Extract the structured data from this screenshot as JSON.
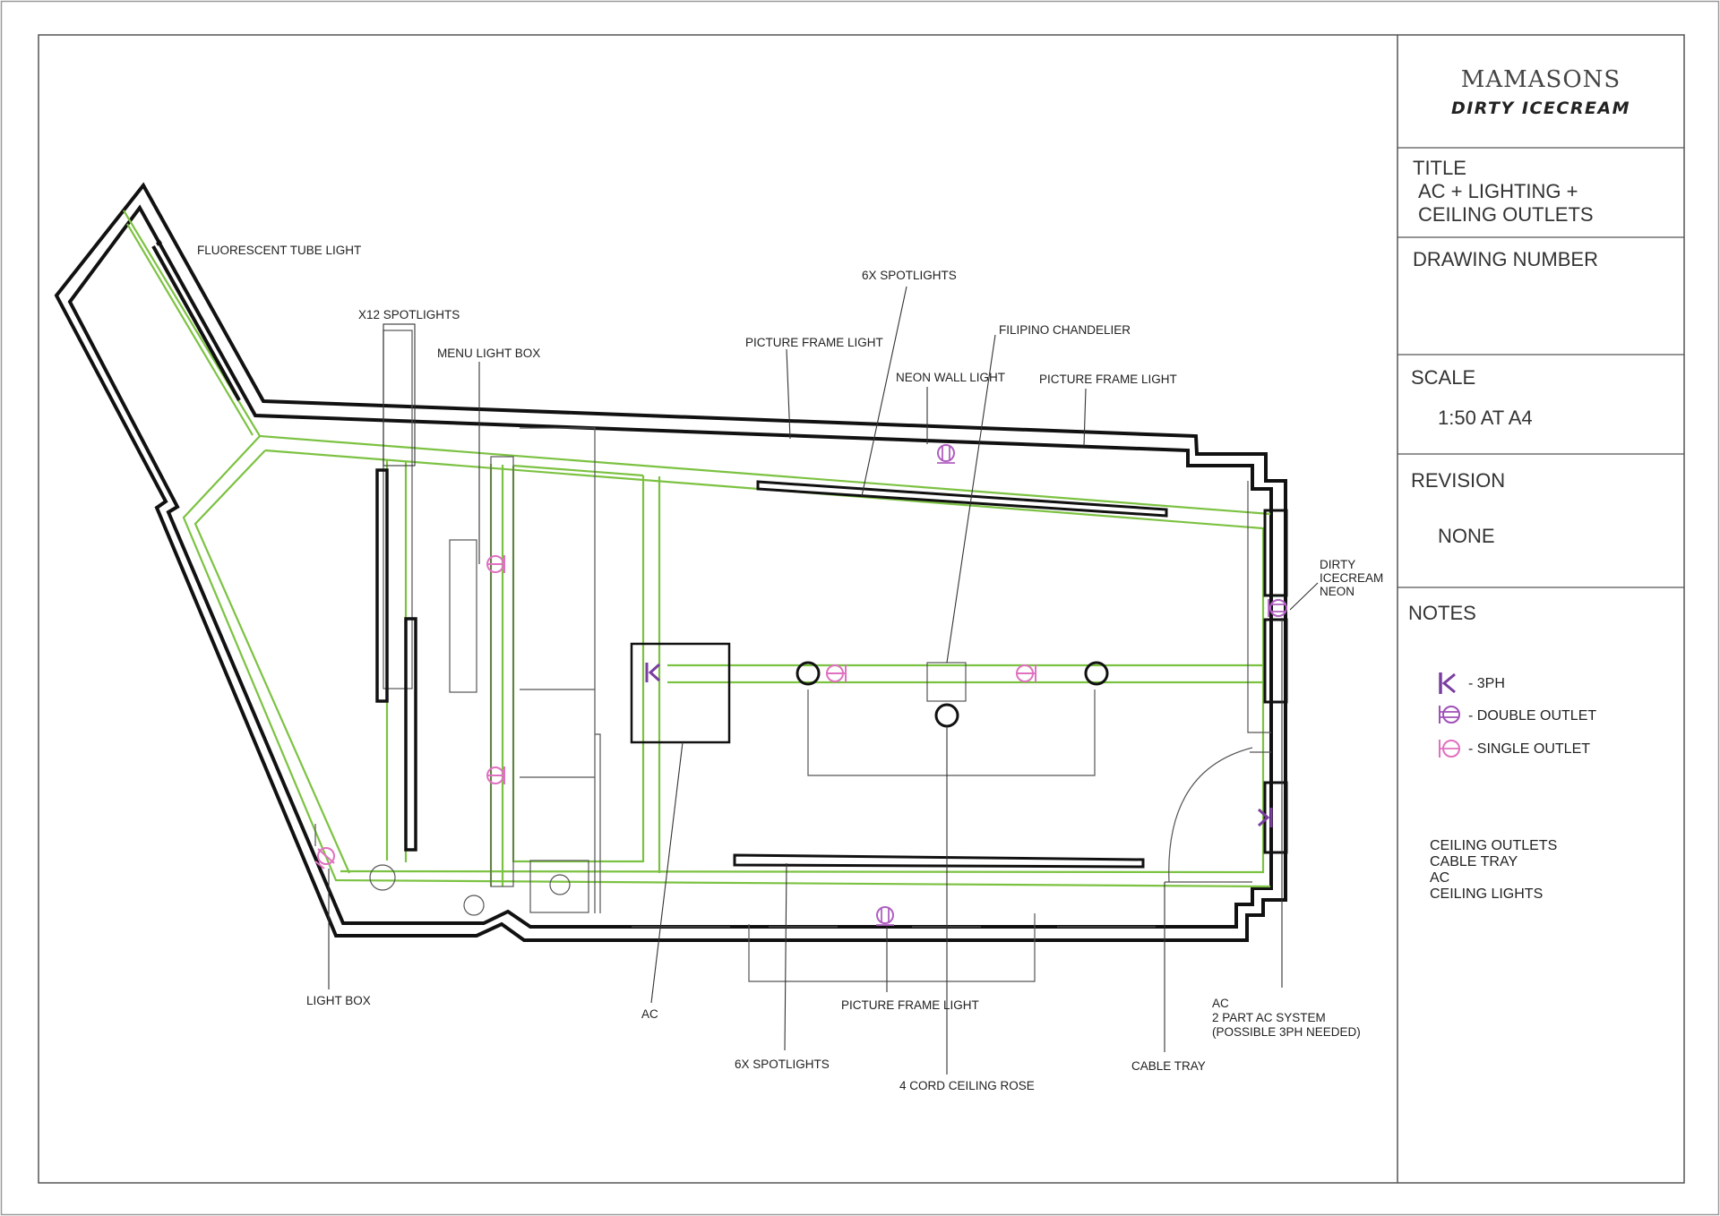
{
  "title_block": {
    "brand_line1": "MAMASONS",
    "brand_line2": "DIRTY ICECREAM",
    "title_heading": "TITLE",
    "title_line1": "AC + LIGHTING +",
    "title_line2": "CEILING OUTLETS",
    "drawing_number_heading": "DRAWING NUMBER",
    "scale_heading": "SCALE",
    "scale_value": "1:50 AT A4",
    "revision_heading": "REVISION",
    "revision_value": "NONE",
    "notes_heading": "NOTES",
    "legend": [
      {
        "icon": "three-phase-icon",
        "label": "- 3PH"
      },
      {
        "icon": "double-outlet-icon",
        "label": "- DOUBLE OUTLET"
      },
      {
        "icon": "single-outlet-icon",
        "label": "- SINGLE OUTLET"
      }
    ],
    "notes_list": [
      "CEILING OUTLETS",
      "CABLE TRAY",
      "AC",
      "CEILING LIGHTS"
    ]
  },
  "plan_labels": {
    "fluorescent": "FLUORESCENT TUBE LIGHT",
    "x12_spotlights": "X12 SPOTLIGHTS",
    "menu_light_box": "MENU LIGHT BOX",
    "picture_frame_top_left": "PICTURE FRAME LIGHT",
    "spotlights_top": "6X SPOTLIGHTS",
    "neon_wall_light": "NEON WALL LIGHT",
    "filipino_chandelier": "FILIPINO CHANDELIER",
    "picture_frame_top_right": "PICTURE FRAME LIGHT",
    "dirty_neon_1": "DIRTY",
    "dirty_neon_2": "ICECREAM",
    "dirty_neon_3": "NEON",
    "light_box": "LIGHT BOX",
    "ac": "AC",
    "picture_frame_bottom": "PICTURE FRAME LIGHT",
    "spotlights_bottom": "6X SPOTLIGHTS",
    "ceiling_rose": "4 CORD CEILING ROSE",
    "cable_tray": "CABLE TRAY",
    "ac_system_1": "AC",
    "ac_system_2": "2 PART AC SYSTEM",
    "ac_system_3": "(POSSIBLE 3PH NEEDED)"
  },
  "colors": {
    "cable_tray": "#7cc242",
    "single_outlet": "#e070c0",
    "double_outlet": "#b060c0",
    "three_phase": "#7a3ea0",
    "wall": "#111111"
  }
}
